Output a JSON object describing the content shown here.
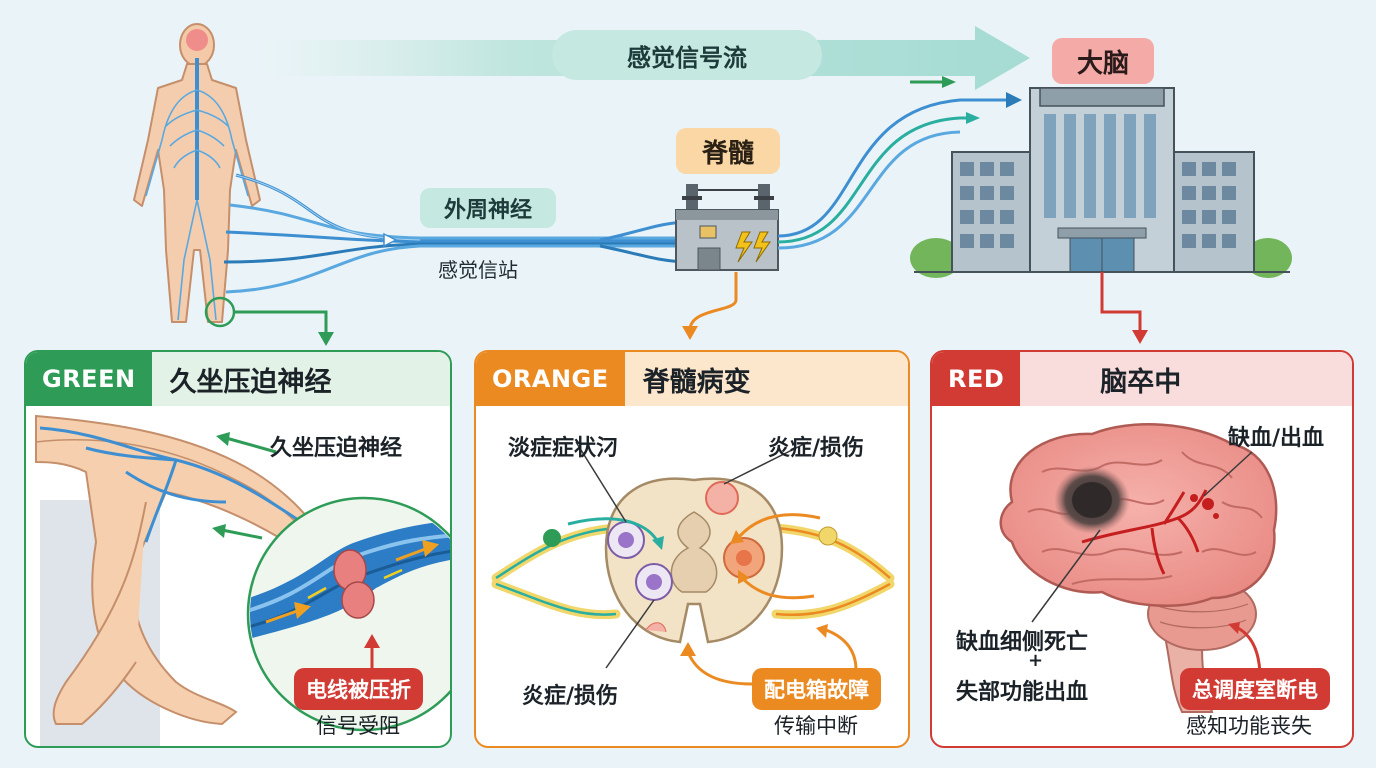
{
  "top": {
    "flow_label": "感觉信号流",
    "brain_label": "大脑",
    "spine_label": "脊髓",
    "peripheral_label": "外周神经",
    "station_label": "感觉信站"
  },
  "panels": {
    "green": {
      "tag": "GREEN",
      "title": "久坐压迫神经",
      "caption": "久坐压迫神经",
      "badge": "电线被压折",
      "subtext": "信号受阻",
      "color": "#2e9c57"
    },
    "orange": {
      "tag": "ORANGE",
      "title": "脊髓病变",
      "left_top": "淡症症状汈",
      "right_top": "炎症/损伤",
      "left_bottom": "炎症/损伤",
      "badge": "配电箱故障",
      "subtext": "传输中断",
      "color": "#ec8a22"
    },
    "red": {
      "tag": "RED",
      "title": "脑卒中",
      "top_right": "缺血/出血",
      "lower_line1": "缺血细侧死亡",
      "lower_plus": "+",
      "lower_line2": "失部功能出血",
      "badge": "总调度室断电",
      "subtext": "感知功能丧失",
      "color": "#d23a34"
    }
  }
}
